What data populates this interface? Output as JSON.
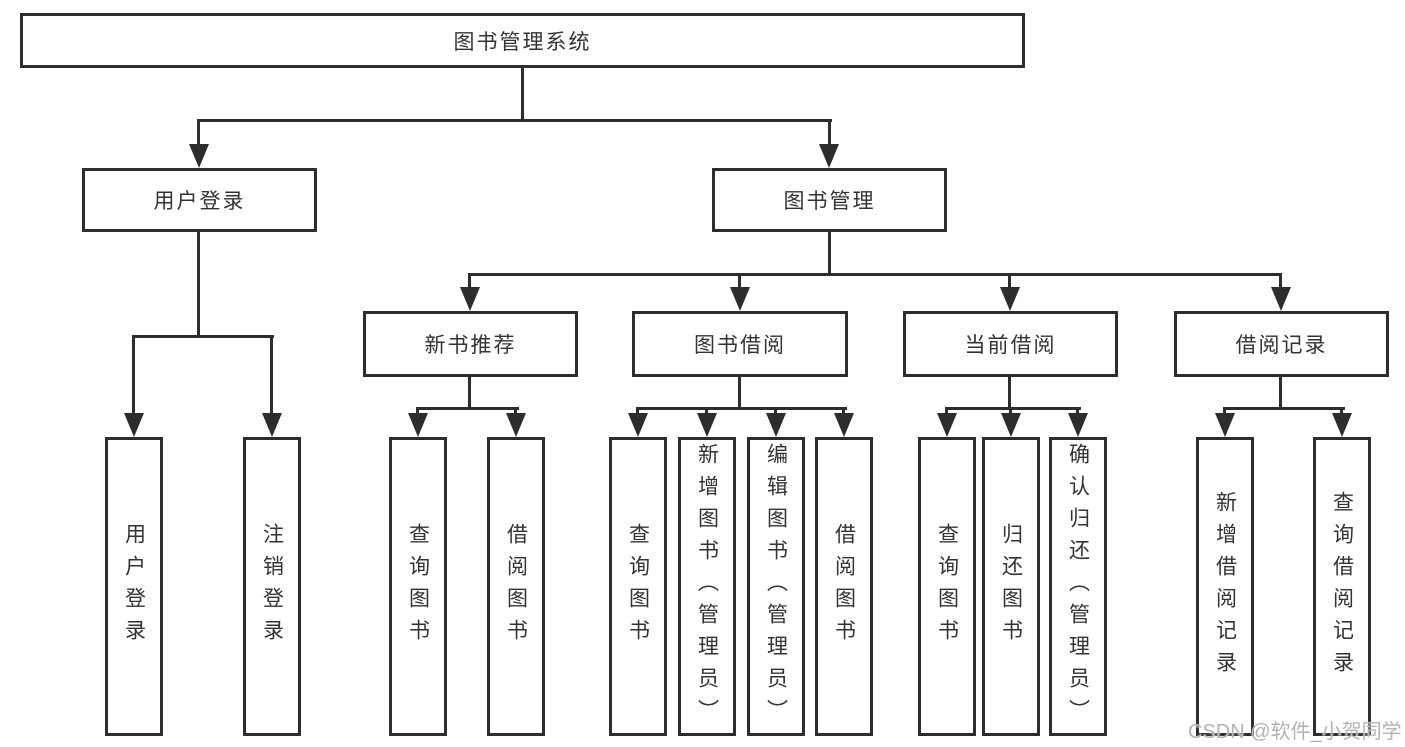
{
  "nodes": {
    "root": "图书管理系统",
    "userLogin": "用户登录",
    "bookMgmt": "图书管理",
    "newBookRec": "新书推荐",
    "bookBorrow": "图书借阅",
    "currentBorrow": "当前借阅",
    "borrowRecords": "借阅记录",
    "leafUserLogin": "用户登录",
    "leafLogout": "注销登录",
    "leafQueryBook1": "查询图书",
    "leafBorrowBook1": "借阅图书",
    "leafQueryBook2": "查询图书",
    "leafAddBook": "新增图书（管理员）",
    "leafEditBook": "编辑图书（管理员）",
    "leafBorrowBook2": "借阅图书",
    "leafQueryBook3": "查询图书",
    "leafReturnBook": "归还图书",
    "leafConfirmReturn": "确认归还（管理员）",
    "leafAddRecord": "新增借阅记录",
    "leafQueryRecord": "查询借阅记录"
  },
  "watermark": "CSDN @软件_小贺同学",
  "colors": {
    "line": "#2d2d2d",
    "text": "#333333",
    "watermark": "#b3b3b3",
    "background": "#ffffff"
  }
}
